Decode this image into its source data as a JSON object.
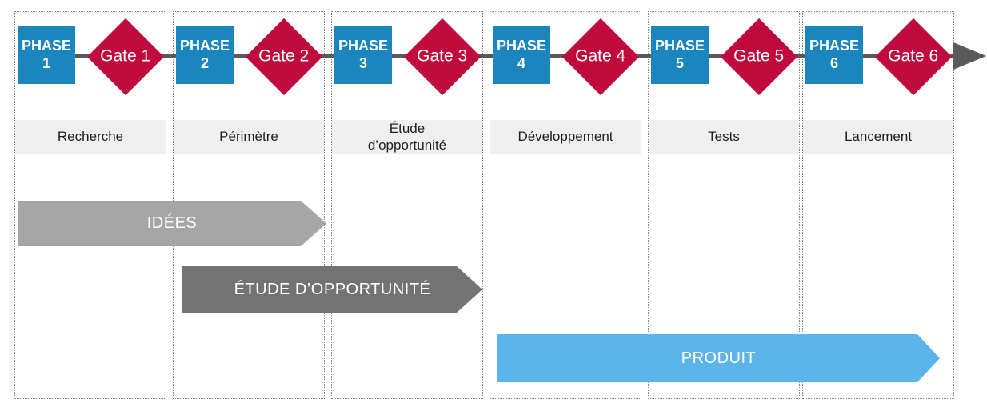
{
  "colors": {
    "phase_blue": "#1b85bd",
    "gate_crimson": "#c00a3e",
    "timeline_gray": "#595959",
    "band_bg": "#efefef",
    "band_text": "#1f1f1f",
    "ribbon_idees": "#a6a6a6",
    "ribbon_etude": "#737373",
    "ribbon_produit": "#5bb5ea"
  },
  "phases": [
    {
      "box_line1": "PHASE",
      "box_line2": "1",
      "gate": "Gate 1",
      "label1": "Recherche"
    },
    {
      "box_line1": "PHASE",
      "box_line2": "2",
      "gate": "Gate 2",
      "label1": "Périmètre"
    },
    {
      "box_line1": "PHASE",
      "box_line2": "3",
      "gate": "Gate 3",
      "label1": "Étude",
      "label2": "d’opportunité"
    },
    {
      "box_line1": "PHASE",
      "box_line2": "4",
      "gate": "Gate 4",
      "label1": "Développement"
    },
    {
      "box_line1": "PHASE",
      "box_line2": "5",
      "gate": "Gate 5",
      "label1": "Tests"
    },
    {
      "box_line1": "PHASE",
      "box_line2": "6",
      "gate": "Gate 6",
      "label1": "Lancement"
    }
  ],
  "ribbons": [
    {
      "label": "IDÉES"
    },
    {
      "label": "ÉTUDE D’OPPORTUNITÉ"
    },
    {
      "label": "PRODUIT"
    }
  ]
}
